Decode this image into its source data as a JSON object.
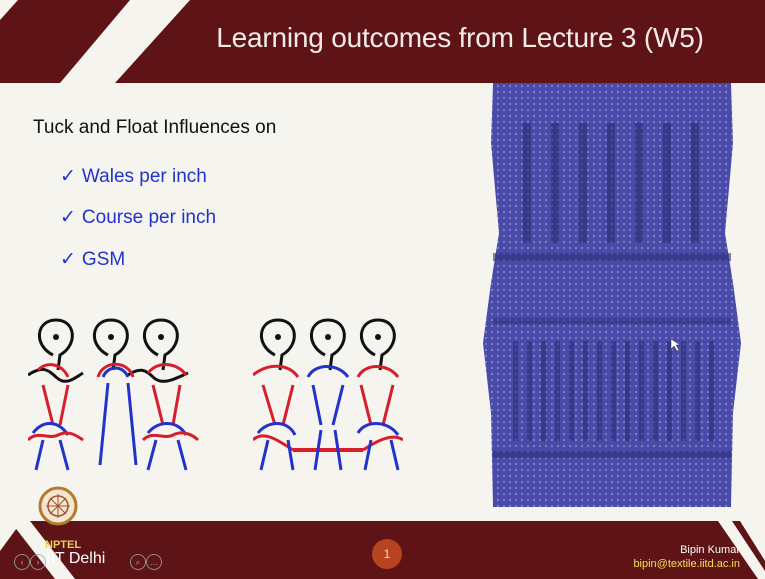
{
  "slide": {
    "title": "Learning outcomes from Lecture 3 (W5)",
    "subheading": "Tuck and Float Influences on",
    "bullets": [
      {
        "tick": "✓",
        "label": "Wales per inch"
      },
      {
        "tick": "✓",
        "label": "Course per inch"
      },
      {
        "tick": "✓",
        "label": "GSM"
      }
    ],
    "page_number": "1"
  },
  "footer": {
    "org_small": "NPTEL",
    "org": "IIT Delhi",
    "author_name": "Bipin Kumar",
    "author_email": "bipin@textile.iitd.ac.in"
  },
  "colors": {
    "header_bg": "#5e1417",
    "bullet_text": "#2233cc",
    "fabric": "#4a4aa8",
    "page_badge": "#b8441f",
    "email": "#f1e04a"
  },
  "icons": [
    "checkmark-icon",
    "previous-icon",
    "next-icon",
    "zoom-icon",
    "menu-icon",
    "iit-logo-icon"
  ]
}
